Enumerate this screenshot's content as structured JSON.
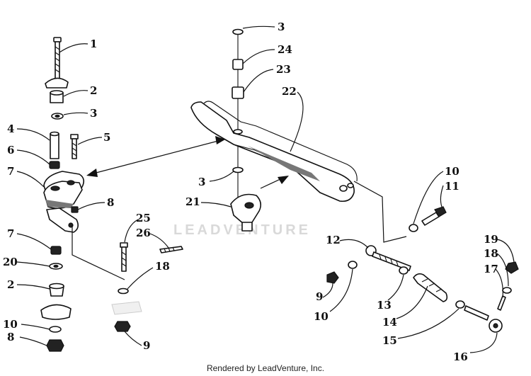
{
  "watermark_text": "LEADVENTURE",
  "credit": "Rendered by LeadVenture, Inc.",
  "callouts": [
    "1",
    "2",
    "3",
    "4",
    "5",
    "6",
    "7",
    "8",
    "7",
    "20",
    "2",
    "10",
    "8",
    "25",
    "26",
    "18",
    "9",
    "3",
    "24",
    "23",
    "22",
    "3",
    "21",
    "10",
    "11",
    "12",
    "9",
    "10",
    "13",
    "14",
    "15",
    "16",
    "19",
    "18",
    "17"
  ]
}
